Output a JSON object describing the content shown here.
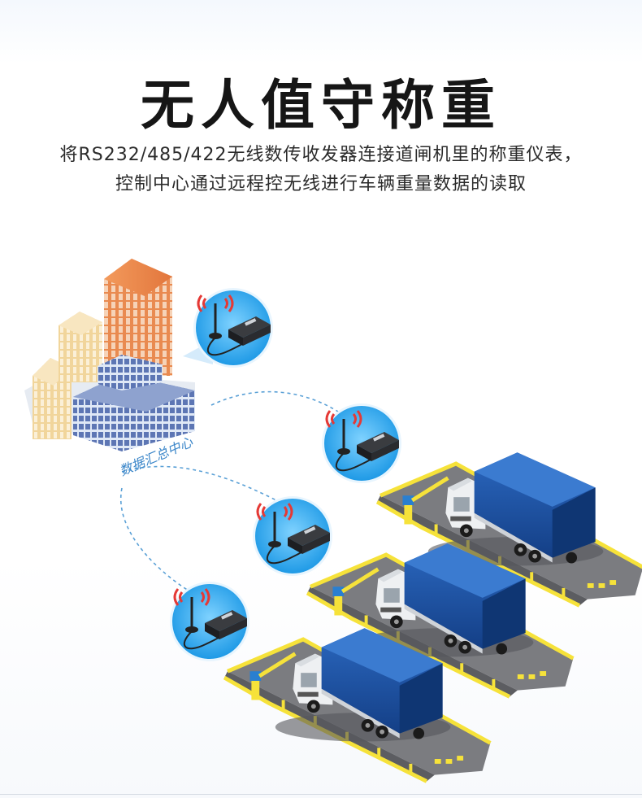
{
  "title": "无人值守称重",
  "description": {
    "line1": "将RS232/485/422无线数传收发器连接道闸机里的称重仪表，",
    "line2": "控制中心通过远程控无线进行车辆重量数据的读取"
  },
  "center_label": "数据汇总中心",
  "colors": {
    "building_orange": "#e9834a",
    "building_cream": "#f3d9a0",
    "building_blue": "#4b63a4",
    "bubble_blue": "#29a8ec",
    "truck_blue": "#1c54a8",
    "scale_gray": "#7b7c80",
    "scale_yellow": "#f6e23a",
    "link_dash": "#5aa0d6"
  },
  "icons": [
    "antenna-icon",
    "wireless-signal-icon",
    "radio-modem-icon",
    "building-icon",
    "truck-icon"
  ]
}
